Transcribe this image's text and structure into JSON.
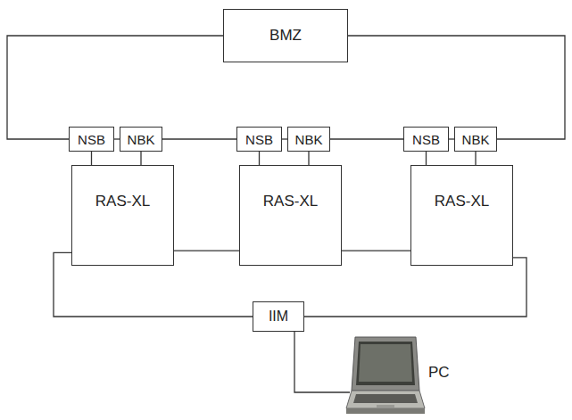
{
  "diagram": {
    "nodes": [
      {
        "text": [
          "BMZ"
        ]
      },
      {
        "text": [
          "NSB"
        ]
      },
      {
        "text": [
          "NBK"
        ]
      },
      {
        "text": [
          "NSB"
        ]
      },
      {
        "text": [
          "NBK"
        ]
      },
      {
        "text": [
          "NSB"
        ]
      },
      {
        "text": [
          "NBK"
        ]
      },
      {
        "text": [
          "RAS-XL"
        ]
      },
      {
        "text": [
          "RAS-XL"
        ]
      },
      {
        "text": [
          "RAS-XL"
        ]
      },
      {
        "text": [
          "IIM"
        ]
      }
    ],
    "edges": [
      {
        "from": 0,
        "to": 1,
        "arrow": "none"
      },
      {
        "from": 1,
        "to": 2,
        "arrow": "none"
      },
      {
        "from": 2,
        "to": 3,
        "arrow": "none"
      },
      {
        "from": 3,
        "to": 4,
        "arrow": "none"
      },
      {
        "from": 4,
        "to": 5,
        "arrow": "none"
      },
      {
        "from": 5,
        "to": 6,
        "arrow": "none"
      },
      {
        "from": 6,
        "to": 0,
        "arrow": "none"
      },
      {
        "from": 1,
        "to": 7,
        "arrow": "none"
      },
      {
        "from": 2,
        "to": 7,
        "arrow": "none"
      },
      {
        "from": 3,
        "to": 8,
        "arrow": "none"
      },
      {
        "from": 4,
        "to": 8,
        "arrow": "none"
      },
      {
        "from": 5,
        "to": 9,
        "arrow": "none"
      },
      {
        "from": 6,
        "to": 9,
        "arrow": "none"
      },
      {
        "from": 7,
        "to": 8,
        "arrow": "none"
      },
      {
        "from": 8,
        "to": 9,
        "arrow": "none"
      },
      {
        "from": 7,
        "to": 10,
        "arrow": "none"
      },
      {
        "from": 9,
        "to": 10,
        "arrow": "none"
      }
    ],
    "labels": [
      "PC"
    ]
  }
}
